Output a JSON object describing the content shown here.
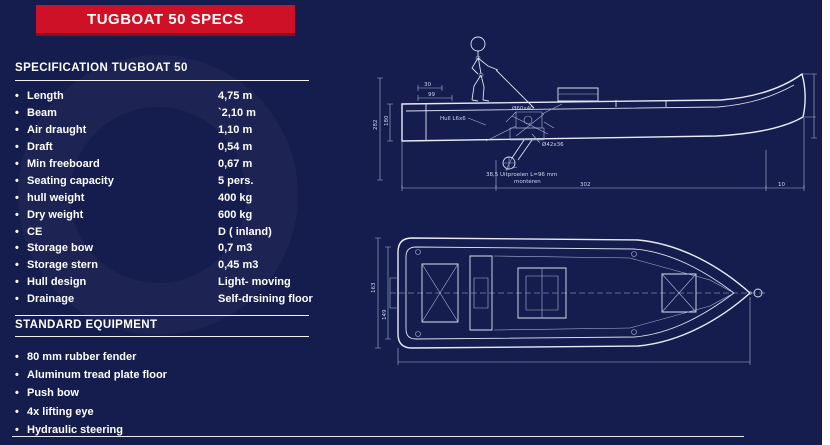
{
  "banner": {
    "title": "TUGBOAT 50 SPECS"
  },
  "specs": {
    "heading": "SPECIFICATION TUGBOAT 50",
    "items": [
      {
        "label": "Length",
        "value": "4,75 m"
      },
      {
        "label": "Beam",
        "value": "`2,10 m"
      },
      {
        "label": "Air draught",
        "value": "1,10 m"
      },
      {
        "label": "Draft",
        "value": "0,54 m"
      },
      {
        "label": "Min freeboard",
        "value": "0,67 m"
      },
      {
        "label": "Seating capacity",
        "value": "5 pers."
      },
      {
        "label": "hull weight",
        "value": "400 kg"
      },
      {
        "label": "Dry weight",
        "value": "600 kg"
      },
      {
        "label": "CE",
        "value": "D ( inland)"
      },
      {
        "label": "Storage bow",
        "value": "0,7 m3"
      },
      {
        "label": "Storage stern",
        "value": "0,45 m3"
      },
      {
        "label": "Hull design",
        "value": "Light- moving"
      },
      {
        "label": "Drainage",
        "value": "Self-drsining floor"
      }
    ]
  },
  "equipment": {
    "heading": "STANDARD EQUIPMENT",
    "items": [
      "80 mm rubber fender",
      "Aluminum tread plate floor",
      "Push bow",
      "4x lifting eye",
      "Hydraulic steering"
    ]
  },
  "blueprint": {
    "side_view": {
      "dims_top": [
        "30",
        "99"
      ],
      "dims_left": [
        "282",
        "180"
      ],
      "dims_bottom": [
        "302",
        "10"
      ],
      "notes": [
        "Hull L6x6",
        "Ø60x40",
        "Ø42x36",
        "38,5 Uitproeien L=96 mm",
        "monteren"
      ]
    },
    "plan_view": {
      "dims_left": [
        "163",
        "149"
      ]
    }
  },
  "colors": {
    "background": "#151c4e",
    "banner": "#ce1127",
    "text": "#ffffff",
    "blueprint_line": "#dbe3f0"
  }
}
